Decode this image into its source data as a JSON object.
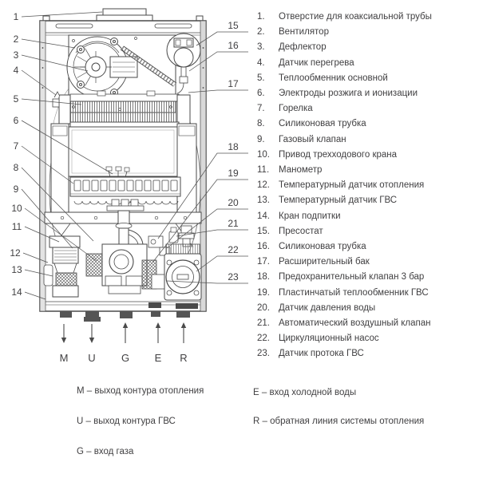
{
  "colors": {
    "text": "#414042",
    "line": "#4a4a4a",
    "background": "#ffffff"
  },
  "diagram": {
    "callouts": [
      "1",
      "2",
      "3",
      "4",
      "5",
      "6",
      "7",
      "8",
      "9",
      "10",
      "11",
      "12",
      "13",
      "14",
      "15",
      "16",
      "17",
      "18",
      "19",
      "20",
      "21",
      "22",
      "23"
    ],
    "ports": [
      "M",
      "U",
      "G",
      "E",
      "R"
    ]
  },
  "parts_list": [
    {
      "num": "1.",
      "label": "Отверстие для коаксиальной трубы"
    },
    {
      "num": "2.",
      "label": "Вентилятор"
    },
    {
      "num": "3.",
      "label": "Дефлектор"
    },
    {
      "num": "4.",
      "label": "Датчик перегрева"
    },
    {
      "num": "5.",
      "label": "Теплообменник основной"
    },
    {
      "num": "6.",
      "label": "Электроды розжига и ионизации"
    },
    {
      "num": "7.",
      "label": "Горелка"
    },
    {
      "num": "8.",
      "label": "Силиконовая трубка"
    },
    {
      "num": "9.",
      "label": "Газовый клапан"
    },
    {
      "num": "10.",
      "label": "Привод трехходового крана"
    },
    {
      "num": "11.",
      "label": "Манометр"
    },
    {
      "num": "12.",
      "label": "Температурный датчик отопления"
    },
    {
      "num": "13.",
      "label": "Температурный датчик ГВС"
    },
    {
      "num": "14.",
      "label": "Кран подпитки"
    },
    {
      "num": "15.",
      "label": "Пресостат"
    },
    {
      "num": "16.",
      "label": "Силиконовая трубка"
    },
    {
      "num": "17.",
      "label": "Расширительный бак"
    },
    {
      "num": "18.",
      "label": "Предохранительный клапан 3 бар"
    },
    {
      "num": "19.",
      "label": "Пластинчатый теплообменник ГВС"
    },
    {
      "num": "20.",
      "label": "Датчик давления воды"
    },
    {
      "num": "21.",
      "label": "Автоматический воздушный клапан"
    },
    {
      "num": "22.",
      "label": "Циркуляционный насос"
    },
    {
      "num": "23.",
      "label": "Датчик протока ГВС"
    }
  ],
  "legend": {
    "left": [
      "M – выход контура отопления",
      "U – выход контура ГВС",
      "G – вход газа"
    ],
    "right": [
      "E – вход холодной воды",
      "R – обратная линия системы отопления"
    ]
  }
}
